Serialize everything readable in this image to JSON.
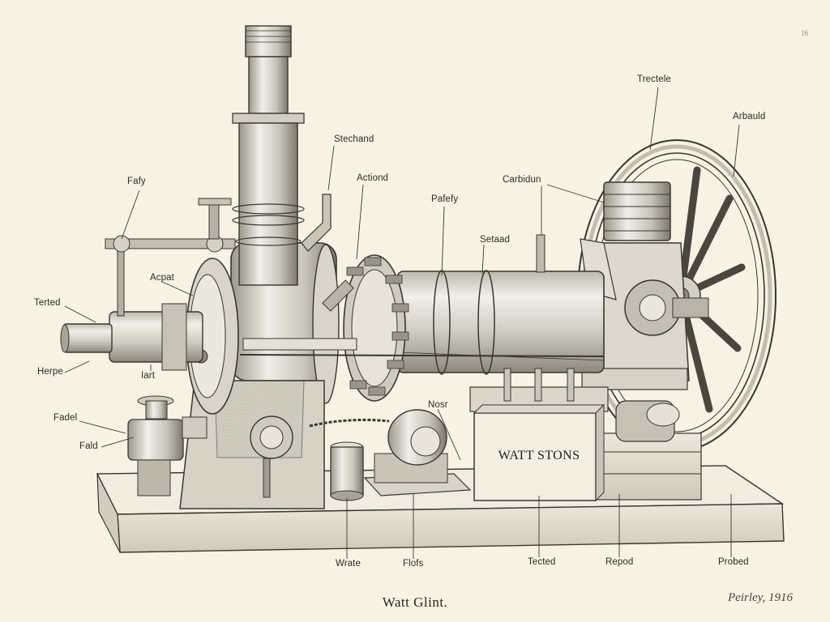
{
  "caption": "Watt Glint.",
  "signature": "Peirley, 1916",
  "corner_mark": "16",
  "box_text": "WATT STONS",
  "labels": {
    "trecle": "Trectele",
    "arbauld": "Arbauld",
    "stechand": "Stechand",
    "faty": "Fafy",
    "actiond": "Actiond",
    "pafy": "Pafefy",
    "carbidun": "Carbidun",
    "setaad": "Setaad",
    "acpat": "Acpat",
    "terted": "Terted",
    "herpe": "Herpe",
    "iart": "Iart",
    "fadel": "Fadel",
    "fad": "Fald",
    "now": "Nosr",
    "wrate": "Wrate",
    "flofs": "Flofs",
    "tected": "Tected",
    "repod": "Repod",
    "probed": "Probed"
  },
  "colors": {
    "paper": "#f6f2e4",
    "ink": "#2b2822",
    "metal_light": "#d9d6cc",
    "metal_mid": "#b4b0a4",
    "metal_dark": "#6d685d"
  }
}
